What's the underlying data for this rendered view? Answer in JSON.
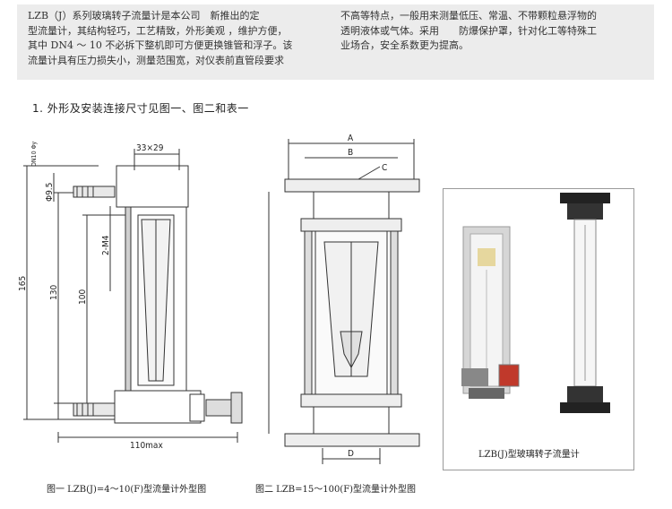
{
  "intro": {
    "left_text": "LZB（J）系列玻璃转子流量计是本公司　新推出的定\n型流量计，其结构轻巧，工艺精致，外形美观 ，维护方便，\n其中 DN4 ～ 10 不必拆下整机即可方便更换锥管和浮子。该\n流量计具有压力损失小，测量范围宽，对仪表前直管段要求",
    "right_text": "不高等特点，一般用来测量低压、常温、不带颗粒悬浮物的\n透明液体或气体。采用　　防爆保护罩，针对化工等特殊工\n业场合，安全系数更为提高。"
  },
  "section_heading": "1. 外形及安装连接尺寸见图一、图二和表一",
  "figure1": {
    "dims": {
      "width_top": "33×29",
      "thread": "Φ9.5",
      "top_label": "DN10 Φy",
      "height_165": "165",
      "height_130": "130",
      "height_100": "100",
      "screw": "2-M4",
      "width_bottom": "110max"
    },
    "caption": "图一 LZB(J)=4～10(F)型流量计外型图"
  },
  "figure2": {
    "dims": {
      "a": "A",
      "b": "B",
      "c": "C",
      "d": "D"
    },
    "caption": "图二 LZB=15～100(F)型流量计外型图"
  },
  "photo": {
    "caption": "LZB(J)型玻璃转子流量计"
  }
}
